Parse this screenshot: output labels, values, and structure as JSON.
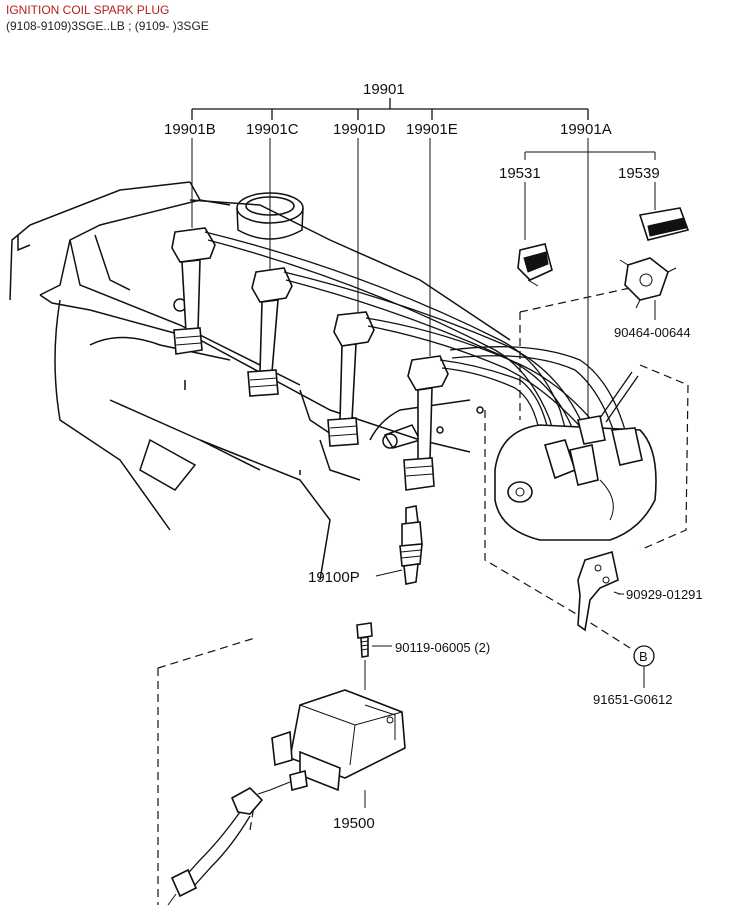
{
  "header": {
    "title": "IGNITION COIL SPARK PLUG",
    "subtitle": "(9108-9109)3SGE..LB ; (9109- )3SGE"
  },
  "labels": {
    "wire_set": "19901",
    "wire_b": "19901B",
    "wire_c": "19901C",
    "wire_d": "19901D",
    "wire_e": "19901E",
    "wire_a": "19901A",
    "clamp_1": "19531",
    "clamp_2": "19539",
    "holder": "90464-00644",
    "spark_plug": "19100P",
    "bracket": "90929-01291",
    "bolt": "90119-06005 (2)",
    "marker": "B",
    "marker_part": "91651-G0612",
    "coil": "19500"
  }
}
